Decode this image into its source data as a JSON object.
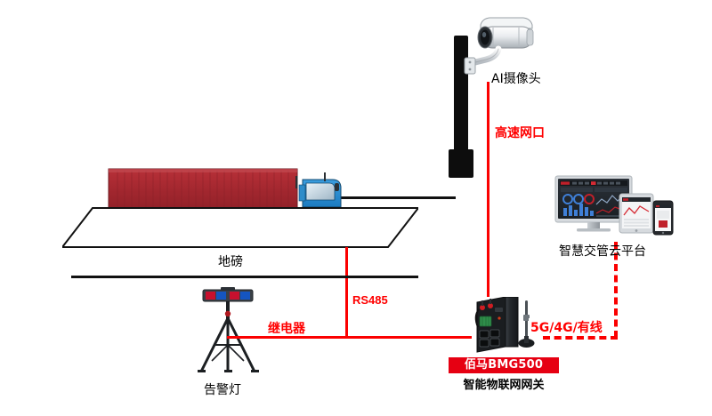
{
  "diagram": {
    "title": "Smart weighbridge IoT topology",
    "background": "#ffffff",
    "accent_red": "#fb0000",
    "banner_red": "#e60012",
    "line_black": "#111111"
  },
  "nodes": {
    "camera": {
      "label": "AI摄像头",
      "icon": "cctv-camera-icon",
      "mount": "pole"
    },
    "weighbridge": {
      "label": "地磅",
      "icon": "weighbridge-icon"
    },
    "truck": {
      "label": "",
      "icon": "container-truck-icon",
      "container_color": "#a8282f",
      "cab_color": "#1f7fc4"
    },
    "alarm_light": {
      "label": "告警灯",
      "icon": "alarm-beacon-icon",
      "led_colors": [
        "#c8102e",
        "#1555c0"
      ]
    },
    "gateway": {
      "model": "佰马BMG500",
      "label": "智能物联网网关",
      "icon": "iot-gateway-icon"
    },
    "cloud_platform": {
      "label": "智慧交管云平台",
      "icon": "multi-device-dashboard-icon",
      "devices": [
        "monitor",
        "tablet",
        "phone"
      ]
    }
  },
  "links": {
    "camera_to_gateway": {
      "label": "高速网口",
      "style": "solid",
      "color": "#fb0000"
    },
    "weighbridge_to_gateway": {
      "label": "RS485",
      "style": "solid",
      "color": "#fb0000"
    },
    "alarm_to_gateway": {
      "label": "继电器",
      "style": "solid",
      "color": "#fb0000"
    },
    "gateway_to_cloud": {
      "label": "5G/4G/有线",
      "style": "dashed",
      "color": "#fb0000"
    }
  }
}
